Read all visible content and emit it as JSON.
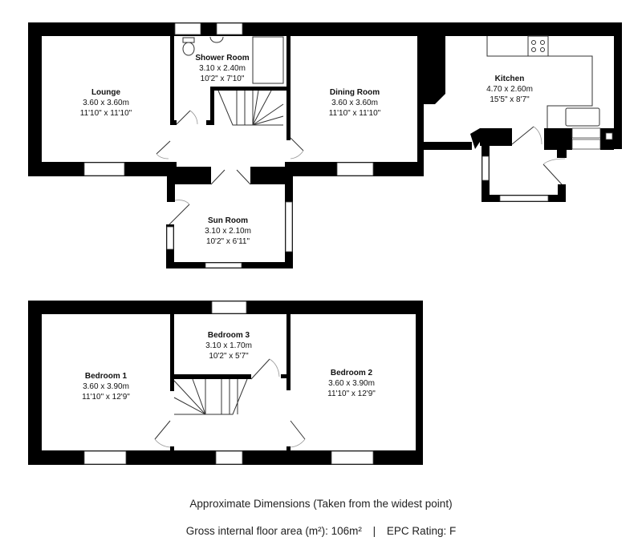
{
  "ground_floor": {
    "rooms": [
      {
        "name": "Lounge",
        "metric": "3.60 x 3.60m",
        "imperial": "11'10\" x 11'10\""
      },
      {
        "name": "Shower Room",
        "metric": "3.10 x 2.40m",
        "imperial": "10'2\" x 7'10\""
      },
      {
        "name": "Dining Room",
        "metric": "3.60 x 3.60m",
        "imperial": "11'10\" x 11'10\""
      },
      {
        "name": "Kitchen",
        "metric": "4.70 x 2.60m",
        "imperial": "15'5\" x 8'7\""
      },
      {
        "name": "Sun Room",
        "metric": "3.10 x 2.10m",
        "imperial": "10'2\" x 6'11\""
      }
    ]
  },
  "first_floor": {
    "rooms": [
      {
        "name": "Bedroom 1",
        "metric": "3.60 x 3.90m",
        "imperial": "11'10\" x 12'9\""
      },
      {
        "name": "Bedroom 3",
        "metric": "3.10 x 1.70m",
        "imperial": "10'2\" x 5'7\""
      },
      {
        "name": "Bedroom 2",
        "metric": "3.60 x 3.90m",
        "imperial": "11'10\" x 12'9\""
      }
    ]
  },
  "footer": {
    "note": "Approximate Dimensions (Taken from the widest point)",
    "area_label": "Gross internal floor area (m²): 106m²",
    "separator": "|",
    "epc": "EPC Rating: F"
  }
}
